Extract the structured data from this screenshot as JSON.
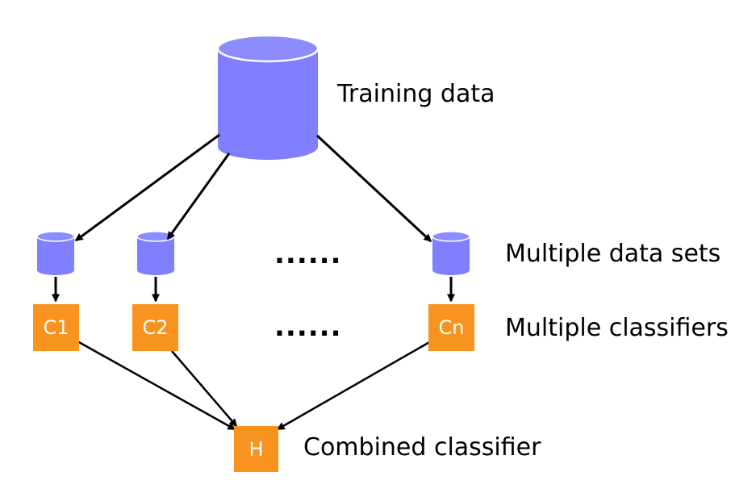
{
  "labels": {
    "training": "Training data",
    "datasets": "Multiple data sets",
    "classifiers": "Multiple classifiers",
    "combined": "Combined classifier"
  },
  "ellipsis": "......",
  "classifiers": [
    "C1",
    "C2",
    "Cn"
  ],
  "combined_box": "H",
  "colors": {
    "cylinder": "#7F7FFF",
    "cylinder_top": "#8C8CFF",
    "box": "#F7931E",
    "arrow": "#000000"
  }
}
